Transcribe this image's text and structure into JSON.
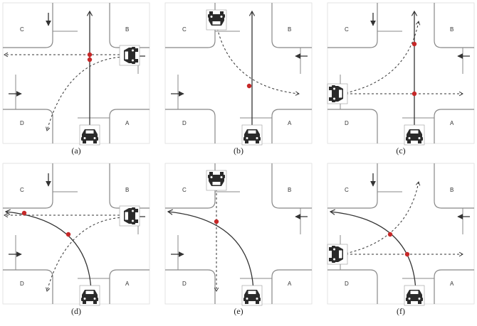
{
  "panels": [
    {
      "caption": "(a)",
      "labels": {
        "A": "A",
        "B": "B",
        "C": "C",
        "D": "D"
      },
      "cars": [
        "south",
        "east"
      ],
      "paths": [
        {
          "type": "straight-north",
          "style": "solid"
        },
        {
          "type": "east-to-west-straight",
          "style": "dashed"
        },
        {
          "type": "east-to-south-turn",
          "style": "dashed"
        }
      ],
      "conflicts": 2
    },
    {
      "caption": "(b)",
      "labels": {
        "A": "A",
        "B": "B",
        "C": "C",
        "D": "D"
      },
      "cars": [
        "south",
        "north"
      ],
      "paths": [
        {
          "type": "straight-north",
          "style": "solid"
        },
        {
          "type": "north-to-east-turn",
          "style": "dashed"
        }
      ],
      "conflicts": 1
    },
    {
      "caption": "(c)",
      "labels": {
        "A": "A",
        "B": "B",
        "C": "C",
        "D": "D"
      },
      "cars": [
        "south",
        "west"
      ],
      "paths": [
        {
          "type": "straight-north",
          "style": "solid"
        },
        {
          "type": "west-to-east-straight",
          "style": "dashed"
        },
        {
          "type": "west-to-north-turn",
          "style": "dashed"
        }
      ],
      "conflicts": 2
    },
    {
      "caption": "(d)",
      "labels": {
        "A": "A",
        "B": "B",
        "C": "C",
        "D": "D"
      },
      "cars": [
        "south",
        "east"
      ],
      "paths": [
        {
          "type": "south-to-west-turn",
          "style": "solid"
        },
        {
          "type": "east-to-west-straight",
          "style": "dashed"
        },
        {
          "type": "east-to-south-turn",
          "style": "dashed"
        }
      ],
      "conflicts": 2
    },
    {
      "caption": "(e)",
      "labels": {
        "A": "A",
        "B": "B",
        "C": "C",
        "D": "D"
      },
      "cars": [
        "south",
        "north"
      ],
      "paths": [
        {
          "type": "south-to-west-turn",
          "style": "solid"
        },
        {
          "type": "north-to-south-straight",
          "style": "dashed"
        }
      ],
      "conflicts": 1
    },
    {
      "caption": "(f)",
      "labels": {
        "A": "A",
        "B": "B",
        "C": "C",
        "D": "D"
      },
      "cars": [
        "south",
        "west"
      ],
      "paths": [
        {
          "type": "south-to-west-turn",
          "style": "solid"
        },
        {
          "type": "west-to-east-straight",
          "style": "dashed"
        },
        {
          "type": "west-to-north-turn",
          "style": "dashed"
        }
      ],
      "conflicts": 2
    }
  ],
  "colors": {
    "road_edge": "#888888",
    "path": "#333333",
    "conflict_point": "#c62828",
    "car": "#2a2a2a",
    "panel_border": "#dddddd"
  }
}
